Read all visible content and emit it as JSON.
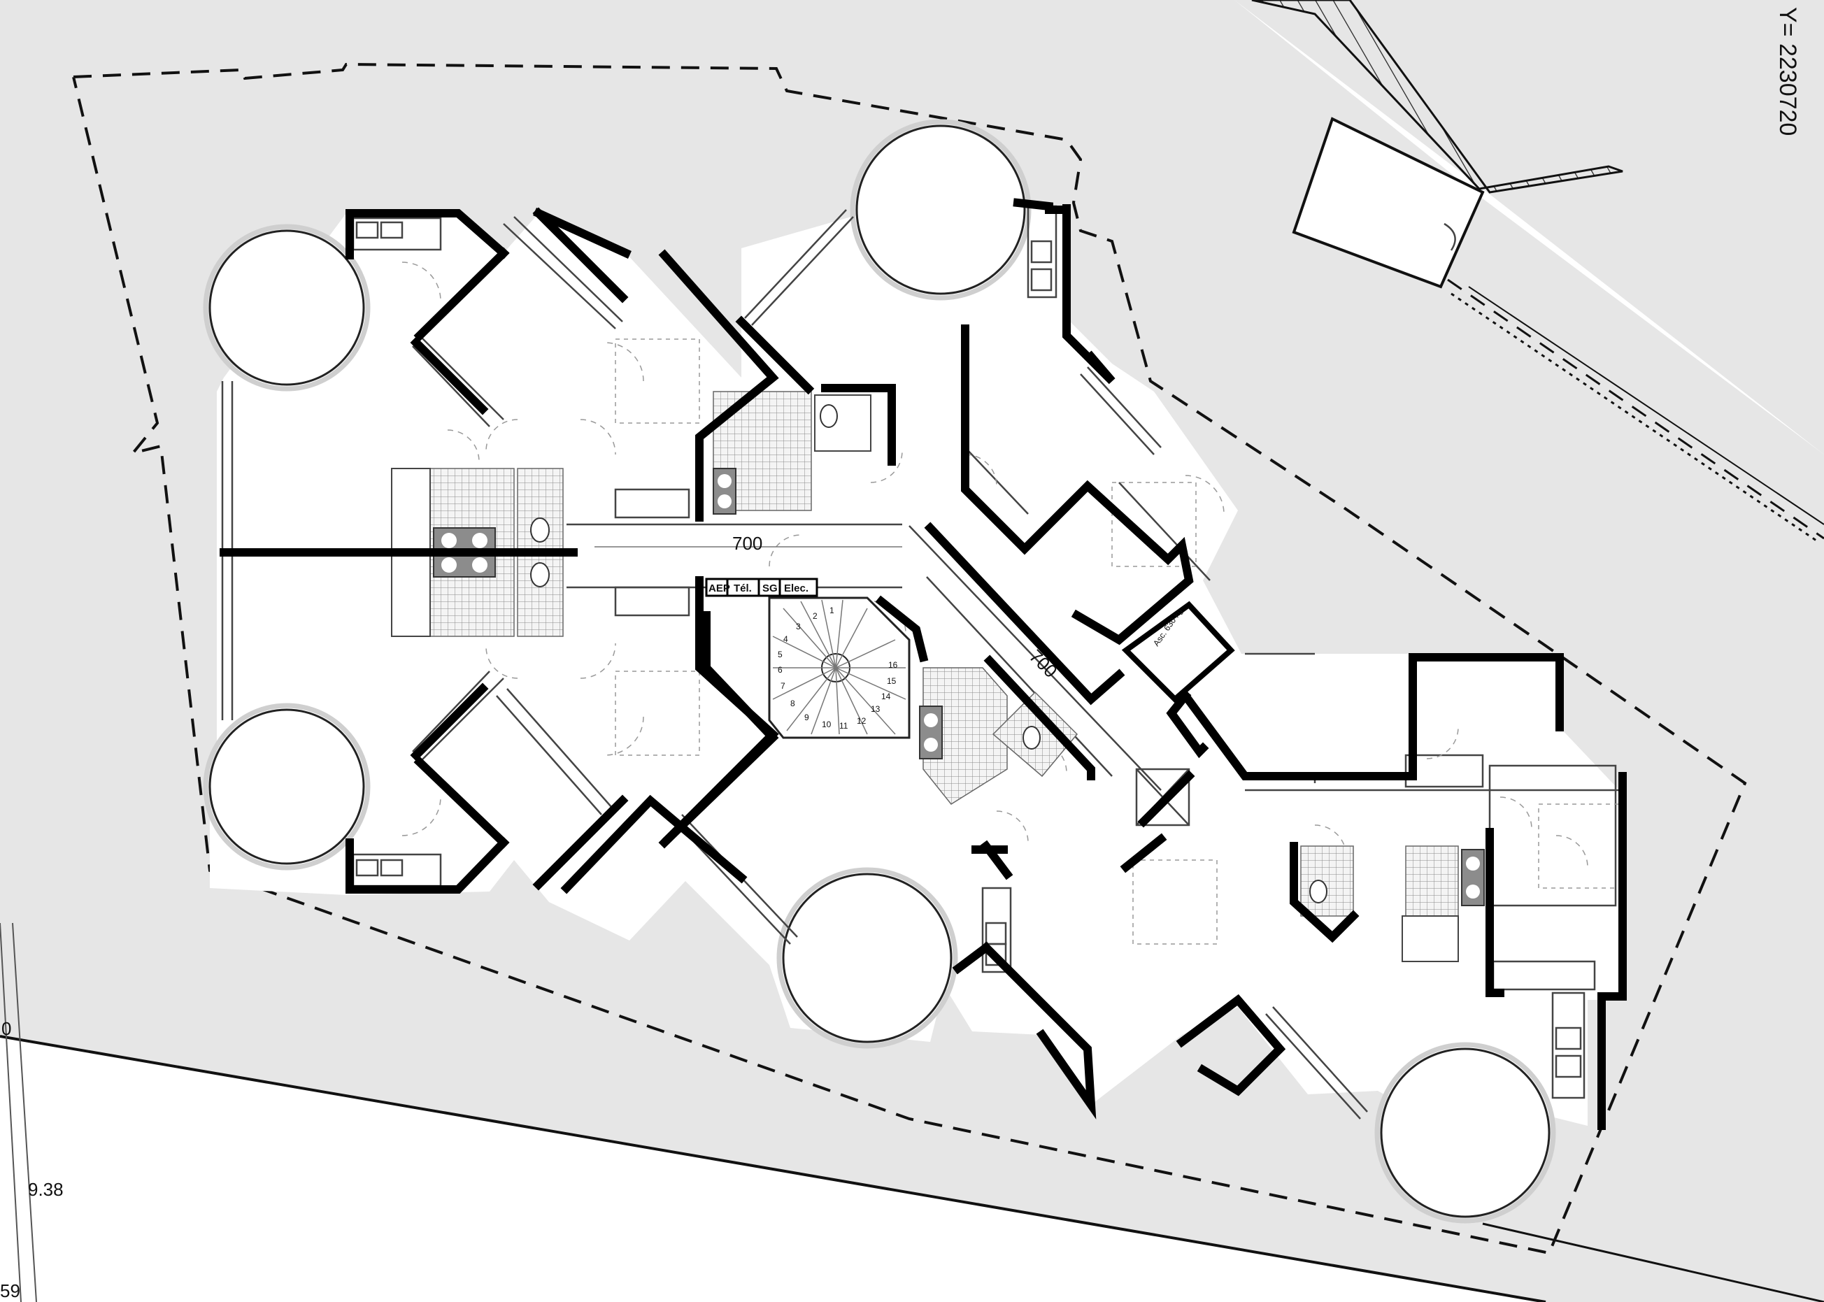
{
  "plan": {
    "coordinate_label": "Y= 2230720",
    "dimension_horizontal": "700",
    "dimension_diagonal": "700",
    "lift_label": "Asc. 630 kg",
    "technical_rooms": [
      "AEP",
      "Tél.",
      "SG",
      "Elec."
    ],
    "level_labels": [
      "9.38",
      "59",
      "0"
    ],
    "stair_steps": [
      "1",
      "2",
      "3",
      "4",
      "5",
      "6",
      "7",
      "8",
      "9",
      "10",
      "11",
      "12",
      "13",
      "14",
      "15",
      "16"
    ],
    "colors": {
      "site": "#e6e6e6",
      "building": "#ffffff",
      "walls": "#000000",
      "boundary": "#111111"
    }
  }
}
